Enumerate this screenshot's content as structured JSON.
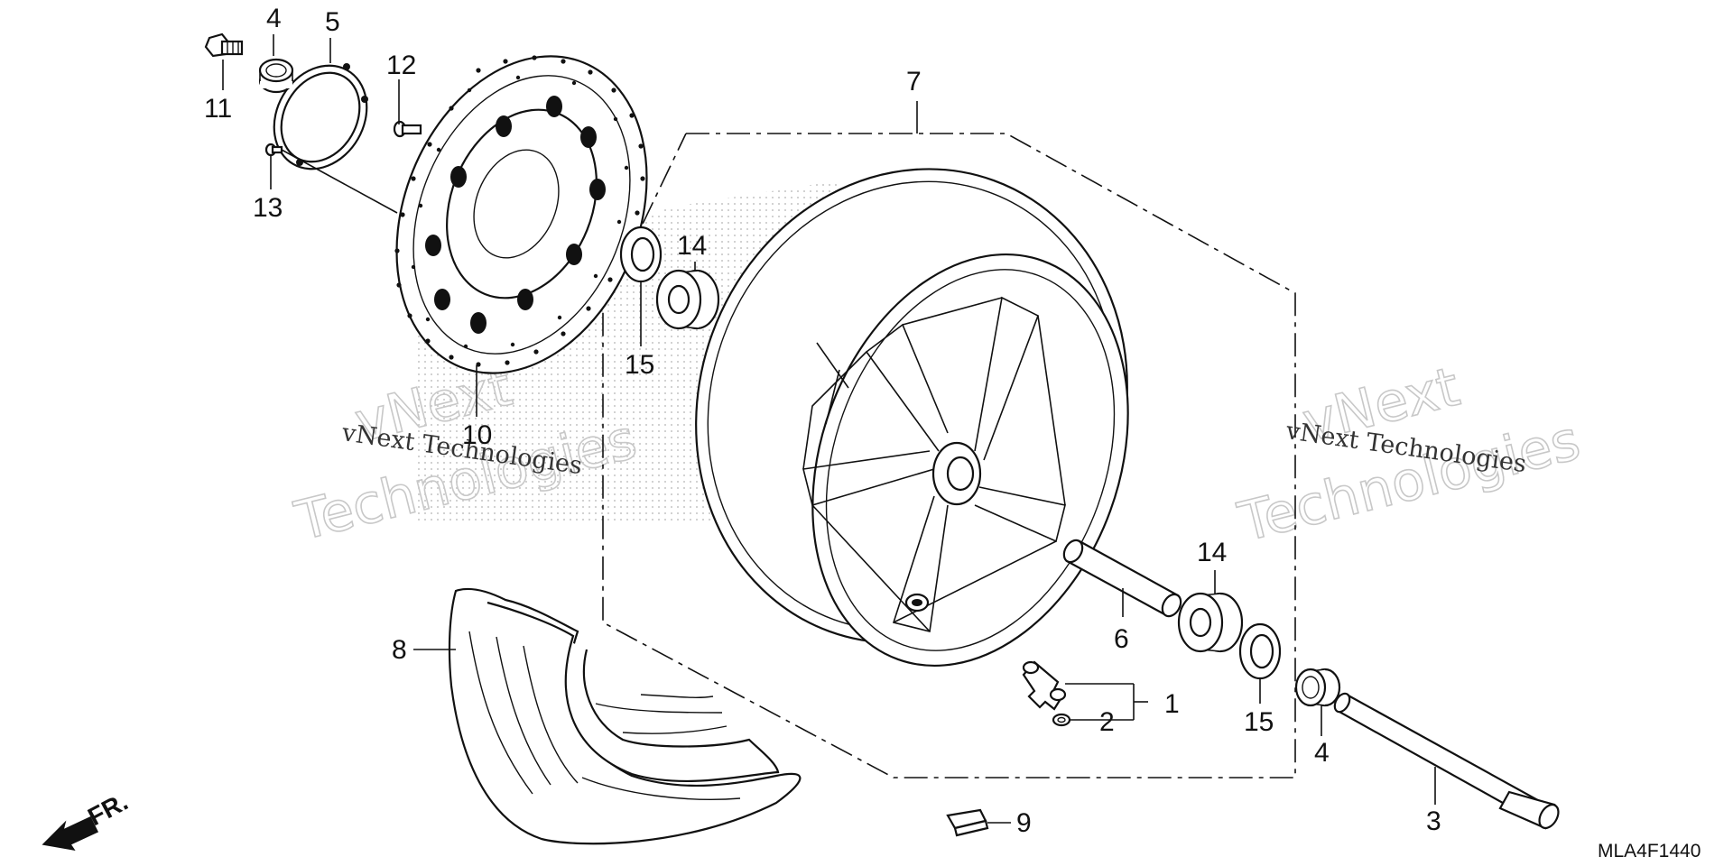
{
  "diagram": {
    "callouts": {
      "c1": "1",
      "c2": "2",
      "c3": "3",
      "c4a": "4",
      "c4b": "4",
      "c5": "5",
      "c6": "6",
      "c7": "7",
      "c8": "8",
      "c9": "9",
      "c10": "10",
      "c11": "11",
      "c12": "12",
      "c13": "13",
      "c14a": "14",
      "c14b": "14",
      "c15a": "15",
      "c15b": "15"
    },
    "direction_label": "FR.",
    "reference_code": "MLA4F1440",
    "watermarks": {
      "small_left": "vNext Technologies",
      "small_right": "vNext Technologies",
      "big_left_1": "vNext",
      "big_left_2": "Technologies",
      "big_right_1": "vNext",
      "big_right_2": "Technologies"
    }
  }
}
